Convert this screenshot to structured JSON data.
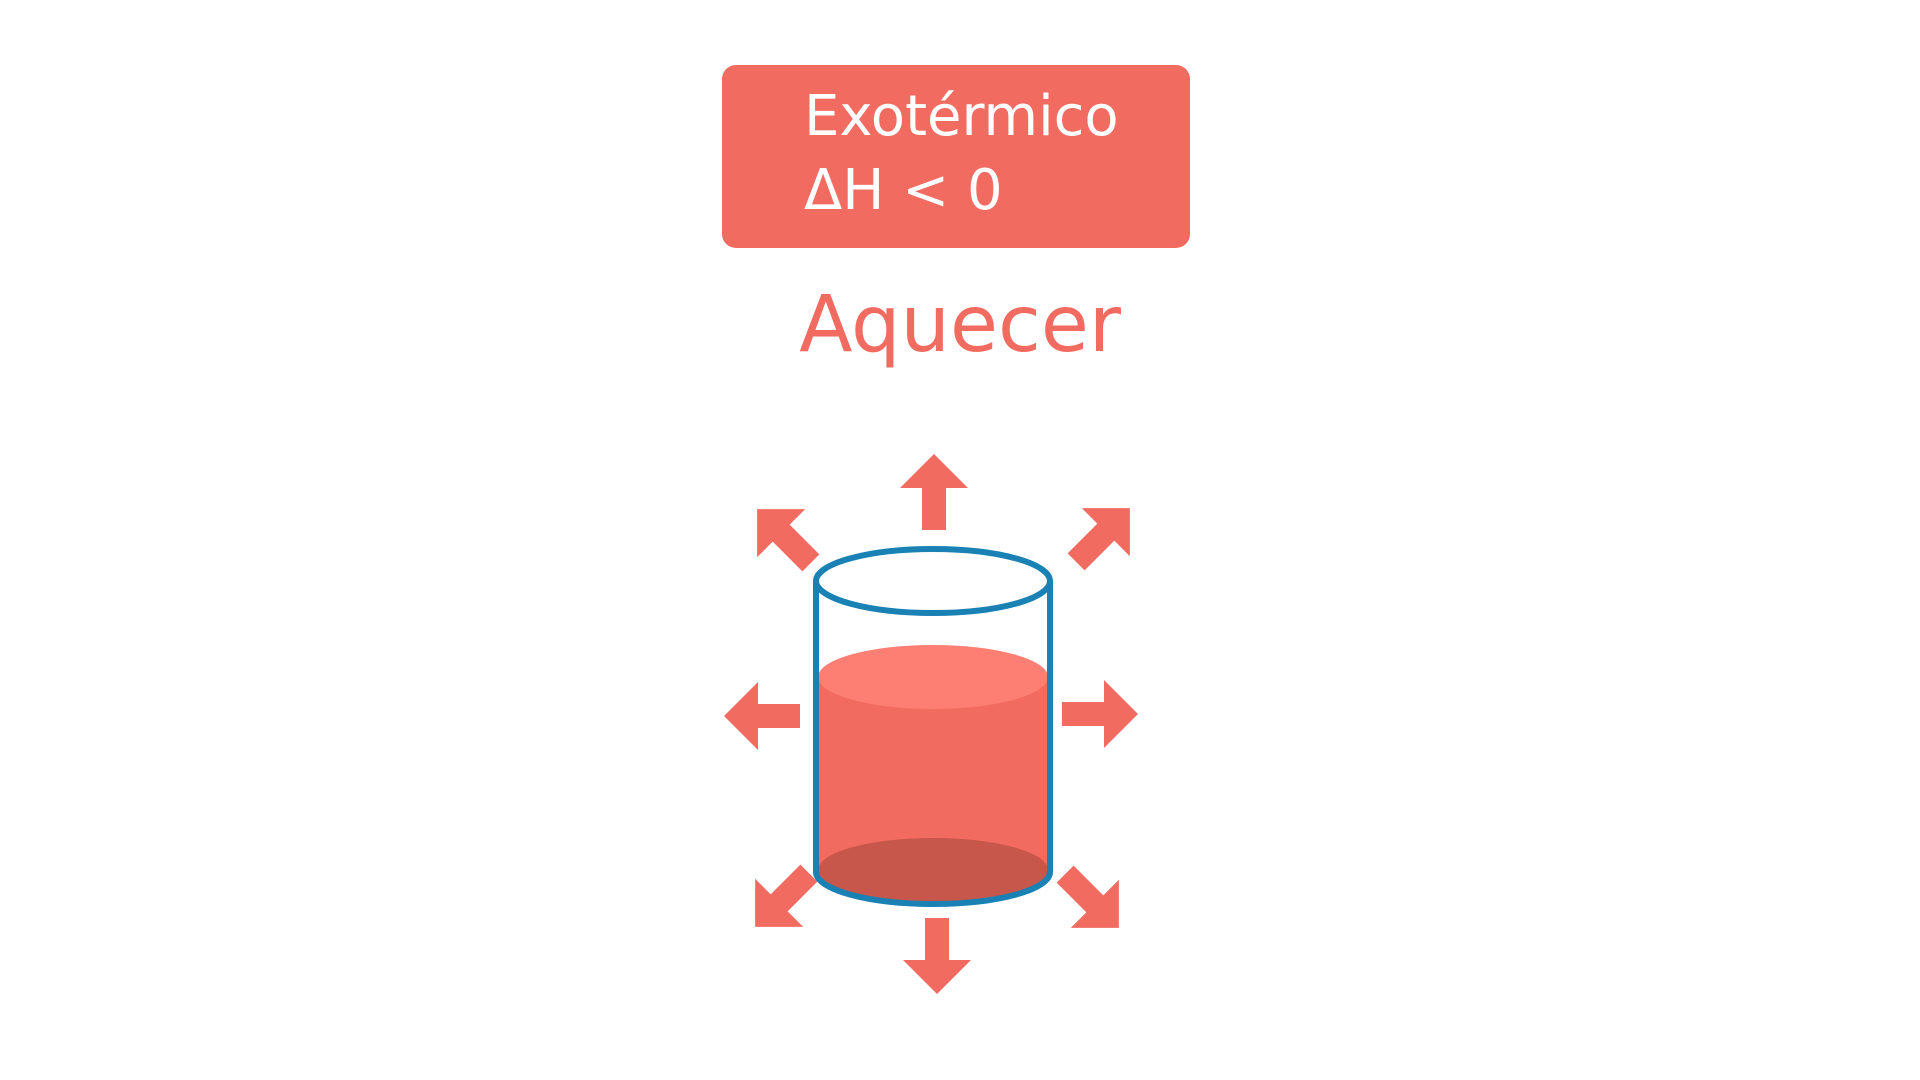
{
  "header": {
    "line1": "Exotérmico",
    "line2": "ΔH < 0"
  },
  "subtitle": "Aquecer",
  "colors": {
    "accent": "#f26b60",
    "liquid_top": "#fd7e72",
    "liquid_bottom": "#c7564b",
    "beaker_outline": "#1a81b4",
    "text_on_accent": "#ffffff"
  },
  "icons": {
    "beaker": "beaker-icon",
    "arrows": "heat-release-arrow-icon"
  }
}
